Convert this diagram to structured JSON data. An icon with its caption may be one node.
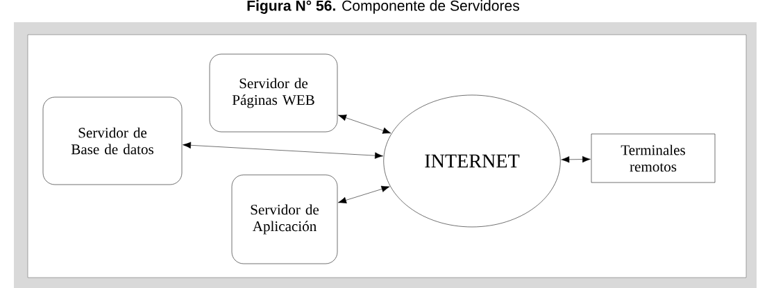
{
  "diagram": {
    "title": "**Figura N° 56.** Componente de Servidores",
    "nodes": [
      {
        "text": [
          "Servidor de Base de datos"
        ]
      },
      {
        "text": [
          "Servidor de Páginas WEB"
        ]
      },
      {
        "text": [
          "Servidor de Aplicación"
        ]
      },
      {
        "text": [
          "INTERNET"
        ]
      },
      {
        "text": [
          "Terminales remotos"
        ]
      }
    ],
    "edges": [
      {
        "from": 0,
        "to": 3,
        "arrow": "both"
      },
      {
        "from": 1,
        "to": 3,
        "arrow": "both"
      },
      {
        "from": 2,
        "to": 3,
        "arrow": "both"
      },
      {
        "from": 3,
        "to": 4,
        "arrow": "both"
      }
    ]
  }
}
